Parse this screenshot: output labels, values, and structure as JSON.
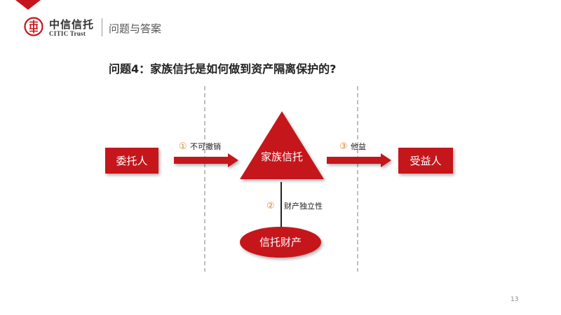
{
  "header": {
    "brand_cn": "中信信托",
    "brand_en": "CITIC Trust",
    "section_title": "问题与答案"
  },
  "question": "问题4：家族信托是如何做到资产隔离保护的?",
  "diagram": {
    "settlor": "委托人",
    "trust": "家族信托",
    "beneficiary": "受益人",
    "property": "信托财产",
    "arrow_left": {
      "number": "①",
      "label": "不可撤销"
    },
    "arrow_right": {
      "number": "③",
      "label": "他益"
    },
    "connector": {
      "number": "②",
      "label": "财产独立性"
    }
  },
  "page_number": "13",
  "colors": {
    "accent": "#c5161d",
    "number": "#d98a3a"
  }
}
